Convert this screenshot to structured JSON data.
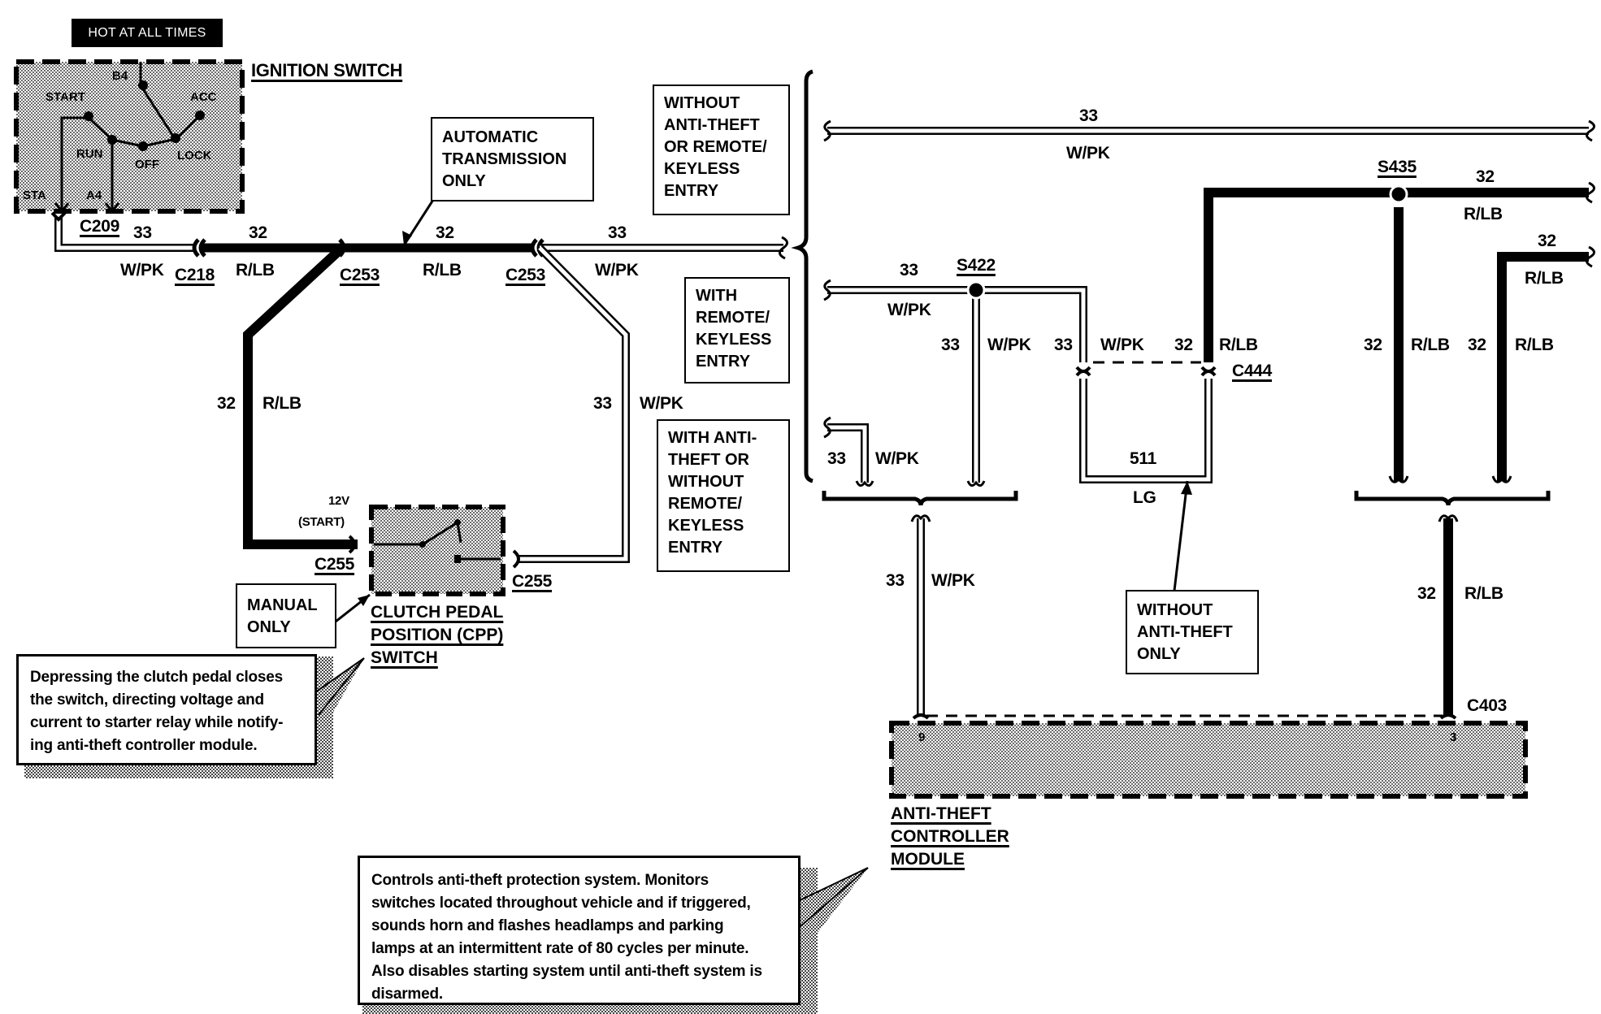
{
  "header": {
    "hot_label": "HOT AT ALL TIMES"
  },
  "components": {
    "ignition_switch": {
      "title": "IGNITION SWITCH",
      "positions": [
        "START",
        "RUN",
        "OFF",
        "LOCK",
        "ACC"
      ],
      "terminals": [
        "B4",
        "STA",
        "A4"
      ]
    },
    "cpp_switch": {
      "title_lines": [
        "CLUTCH PEDAL",
        "POSITION (CPP)",
        "SWITCH"
      ],
      "input_label_lines": [
        "12V",
        "(START)"
      ]
    },
    "anti_theft_module": {
      "title_lines": [
        "ANTI-THEFT",
        "CONTROLLER",
        "MODULE"
      ],
      "pins": [
        "9",
        "3"
      ]
    }
  },
  "connectors": {
    "c209": "C209",
    "c218": "C218",
    "c253_left": "C253",
    "c253_right": "C253",
    "c255_left": "C255",
    "c255_right": "C255",
    "c444": "C444",
    "c403": "C403"
  },
  "splices": {
    "s422": "S422",
    "s435": "S435"
  },
  "wires": {
    "circuit_33": "33",
    "circuit_32": "32",
    "circuit_511": "511",
    "color_wpk": "W/PK",
    "color_rlb": "R/LB",
    "color_lg": "LG"
  },
  "notes": {
    "automatic": [
      "AUTOMATIC",
      "TRANSMISSION",
      "ONLY"
    ],
    "without_at_or_rke": [
      "WITHOUT",
      "ANTI-THEFT",
      "OR REMOTE/",
      "KEYLESS",
      "ENTRY"
    ],
    "with_rke": [
      "WITH",
      "REMOTE/",
      "KEYLESS",
      "ENTRY"
    ],
    "with_at_or_without_rke": [
      "WITH ANTI-",
      "THEFT OR",
      "WITHOUT",
      "REMOTE/",
      "KEYLESS",
      "ENTRY"
    ],
    "manual_only": [
      "MANUAL",
      "ONLY"
    ],
    "without_at_only": [
      "WITHOUT",
      "ANTI-THEFT",
      "ONLY"
    ]
  },
  "callouts": {
    "clutch": [
      "Depressing the clutch pedal closes",
      "the switch, directing voltage and",
      "current to starter relay while notify-",
      "ing anti-theft controller module."
    ],
    "module": [
      "Controls anti-theft protection system.  Monitors",
      "switches located throughout vehicle and if triggered,",
      "sounds horn and flashes headlamps and parking",
      "lamps at an intermittent rate of 80 cycles per minute.",
      "Also disables starting system until anti-theft system is",
      "disarmed."
    ]
  }
}
